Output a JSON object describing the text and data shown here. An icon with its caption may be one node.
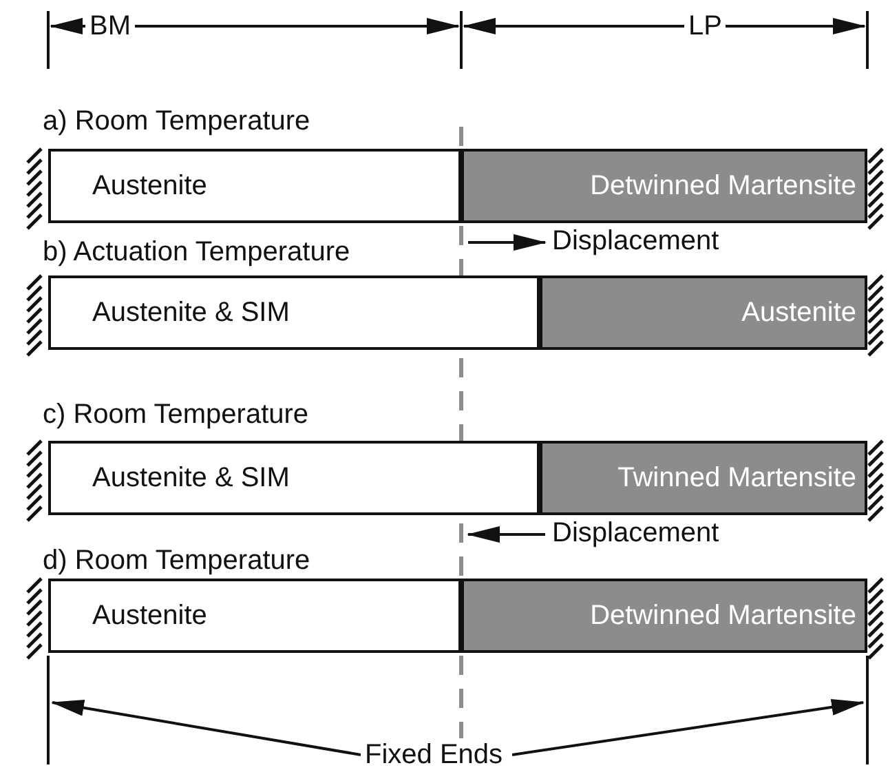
{
  "diagram": {
    "nodes": [
      {
        "text": [
          "Austenite"
        ]
      },
      {
        "text": [
          "Detwinned Martensite"
        ]
      },
      {
        "text": [
          "Austenite & SIM"
        ]
      },
      {
        "text": [
          "Austenite"
        ]
      },
      {
        "text": [
          "Austenite & SIM"
        ]
      },
      {
        "text": [
          "Twinned Martensite"
        ]
      },
      {
        "text": [
          "Austenite"
        ]
      },
      {
        "text": [
          "Detwinned Martensite"
        ]
      },
      {
        "text": [
          "Fixed Ends"
        ]
      }
    ],
    "edges": [
      {
        "from": 8,
        "to": null,
        "arrow": "to"
      },
      {
        "from": 8,
        "to": null,
        "arrow": "to"
      }
    ],
    "labels": [
      "BM",
      "LP",
      "a) Room Temperature",
      "b) Actuation Temperature",
      "Displacement",
      "c) Room Temperature",
      "Displacement",
      "d) Room Temperature"
    ]
  }
}
